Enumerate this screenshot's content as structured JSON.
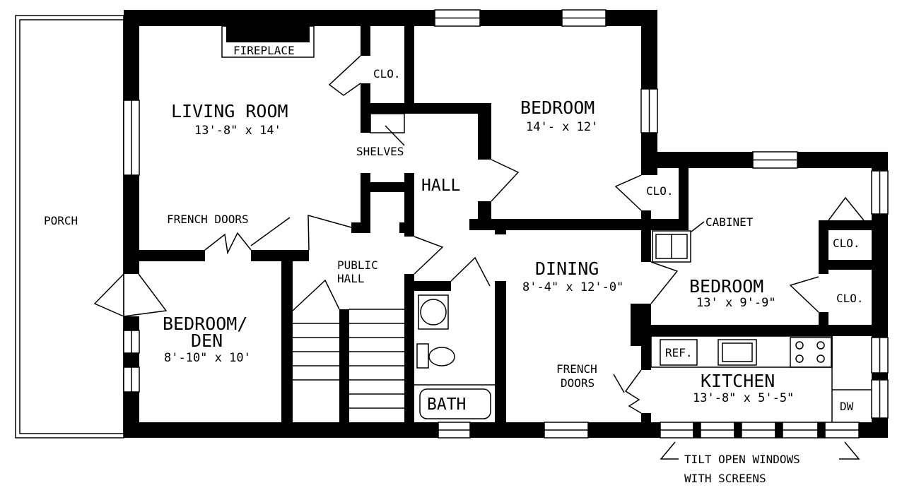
{
  "colors": {
    "wall": "#000000",
    "background": "#ffffff",
    "line": "#000000"
  },
  "rooms": {
    "fireplace": "FIREPLACE",
    "living_room": {
      "name": "LIVING ROOM",
      "dims": "13'-8\" x 14'"
    },
    "closet_living": "CLO.",
    "shelves": "SHELVES",
    "bedroom_top": {
      "name": "BEDROOM",
      "dims": "14'- x 12'"
    },
    "hall": "HALL",
    "closet_bedroom_top": "CLO.",
    "cabinet": "CABINET",
    "closet_right_upper": "CLO.",
    "closet_right_lower": "CLO.",
    "porch": "PORCH",
    "french_doors_top": "FRENCH DOORS",
    "public_hall": {
      "line1": "PUBLIC",
      "line2": "HALL"
    },
    "dining": {
      "name": "DINING",
      "dims": "8'-4\" x 12'-0\""
    },
    "bedroom_right": {
      "name": "BEDROOM",
      "dims": "13' x 9'-9\""
    },
    "bedroom_den": {
      "line1": "BEDROOM/",
      "line2": "DEN",
      "dims": "8'-10\" x 10'"
    },
    "refrigerator": "REF.",
    "french_doors_kitchen": {
      "line1": "FRENCH",
      "line2": "DOORS"
    },
    "kitchen": {
      "name": "KITCHEN",
      "dims": "13'-8\" x 5'-5\""
    },
    "bath": "BATH",
    "dishwasher": "DW"
  },
  "notes": {
    "tilt_windows": {
      "line1": "TILT OPEN WINDOWS",
      "line2": "WITH SCREENS"
    }
  }
}
